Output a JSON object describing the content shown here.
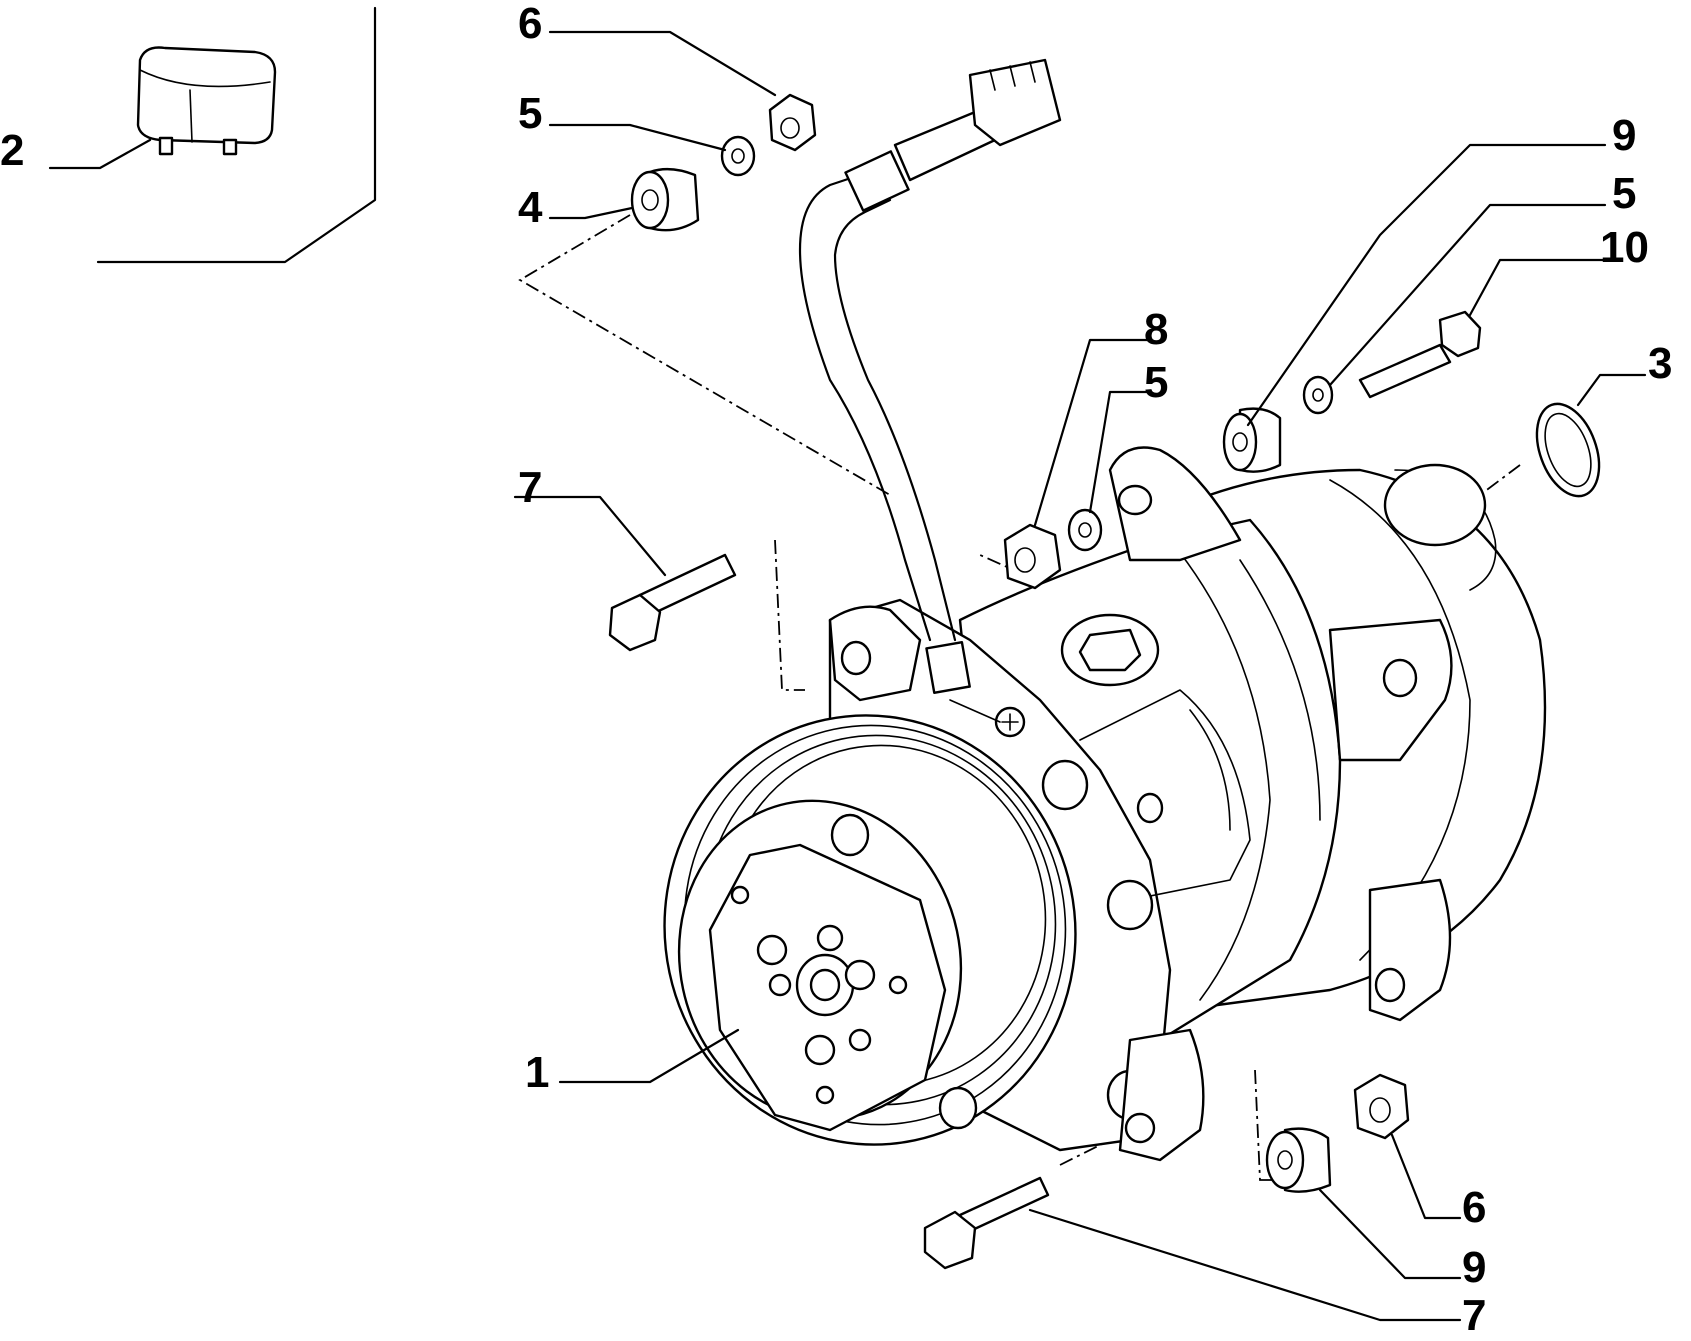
{
  "diagram": {
    "callouts": [
      {
        "id": "c-2",
        "label": "2"
      },
      {
        "id": "c-6-top",
        "label": "6"
      },
      {
        "id": "c-5-top",
        "label": "5"
      },
      {
        "id": "c-4",
        "label": "4"
      },
      {
        "id": "c-9-top",
        "label": "9"
      },
      {
        "id": "c-5-right",
        "label": "5"
      },
      {
        "id": "c-10",
        "label": "10"
      },
      {
        "id": "c-3",
        "label": "3"
      },
      {
        "id": "c-8",
        "label": "8"
      },
      {
        "id": "c-5-mid",
        "label": "5"
      },
      {
        "id": "c-7-left",
        "label": "7"
      },
      {
        "id": "c-1",
        "label": "1"
      },
      {
        "id": "c-6-bottom",
        "label": "6"
      },
      {
        "id": "c-9-bottom",
        "label": "9"
      },
      {
        "id": "c-7-bottom",
        "label": "7"
      }
    ]
  }
}
